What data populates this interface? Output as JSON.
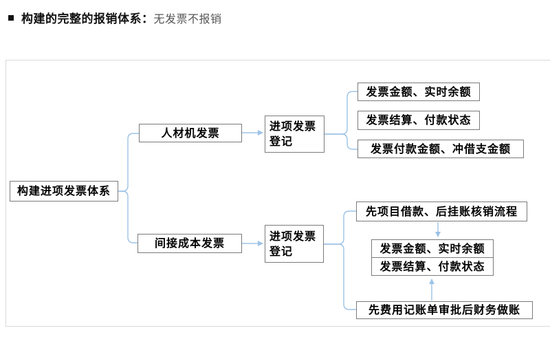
{
  "title": {
    "bold": "构建的完整的报销体系：",
    "normal": "无发票不报销"
  },
  "colors": {
    "connector": "#9dc3e6",
    "box_border": "#7a7a7a",
    "frame_border": "#d9d9d9",
    "title_gray": "#555555"
  },
  "diagram": {
    "root": "构建进项发票体系",
    "branch1": {
      "label": "人材机发票",
      "register": "进项发票登记",
      "leaves": [
        "发票金额、实时余额",
        "发票结算、付款状态",
        "发票付款金额、冲借支金额"
      ]
    },
    "branch2": {
      "label": "间接成本发票",
      "register": "进项发票登记",
      "top": "先项目借款、后挂账核销流程",
      "middle_rows": [
        "发票金额、实时余额",
        "发票结算、付款状态"
      ],
      "bottom": "先费用记账单审批后财务做账"
    }
  }
}
